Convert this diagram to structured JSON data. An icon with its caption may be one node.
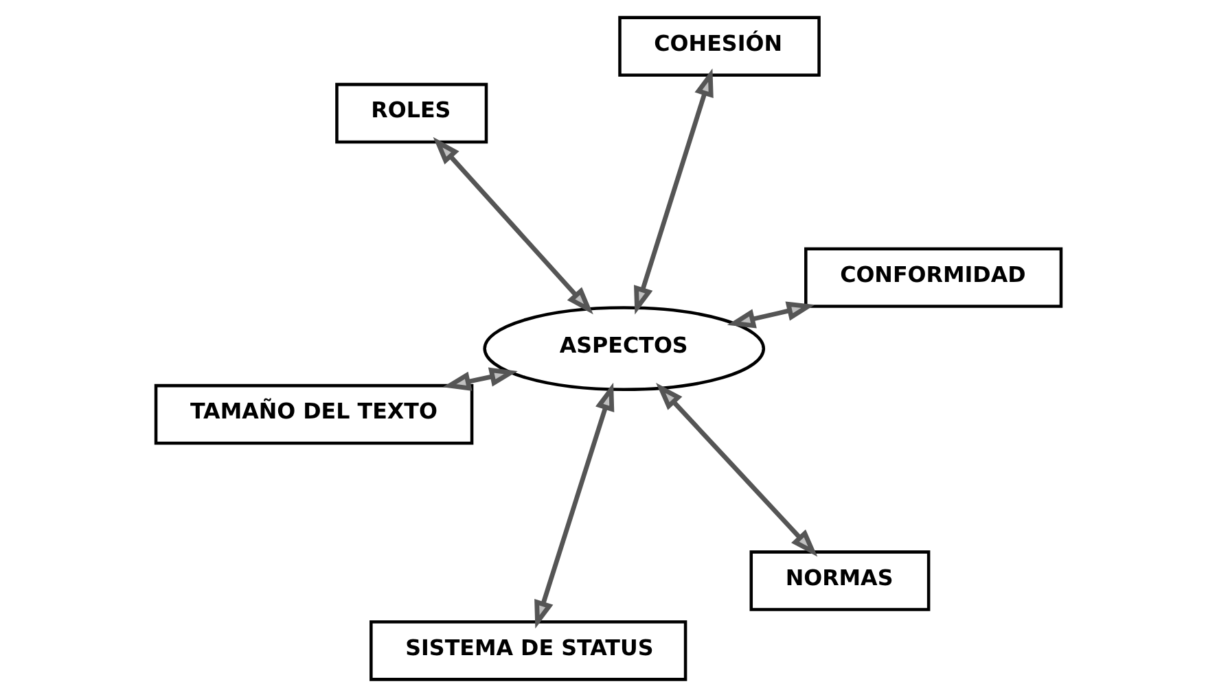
{
  "diagram": {
    "nodes": [
      {
        "text": [
          "TAMAÑO DEL TEXTO"
        ]
      },
      {
        "text": [
          "NORMAS"
        ]
      },
      {
        "text": [
          "ASPECTOS"
        ]
      },
      {
        "text": [
          "ROLES"
        ]
      },
      {
        "text": [
          "CONFORMIDAD"
        ]
      },
      {
        "text": [
          "COHESIÓN"
        ]
      },
      {
        "text": [
          "SISTEMA DE STATUS"
        ]
      }
    ],
    "edges": [
      {
        "from": 2,
        "to": 0,
        "arrow": "both"
      },
      {
        "from": 2,
        "to": 1,
        "arrow": "both"
      },
      {
        "from": 2,
        "to": 3,
        "arrow": "both"
      },
      {
        "from": 2,
        "to": 4,
        "arrow": "both"
      },
      {
        "from": 2,
        "to": 5,
        "arrow": "both"
      },
      {
        "from": 2,
        "to": 6,
        "arrow": "both"
      }
    ]
  }
}
